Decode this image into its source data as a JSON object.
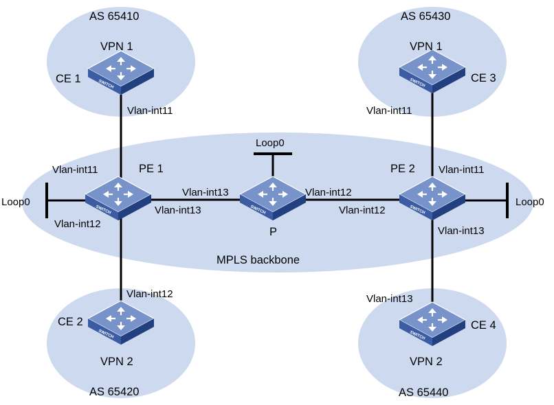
{
  "colors": {
    "region_fill": "#ccd9ee",
    "switch_top": "#6f8cc4",
    "switch_side": "#2f4f93",
    "link": "#000000"
  },
  "regions": {
    "as_65410": "AS 65410",
    "as_65430": "AS 65430",
    "as_65420": "AS 65420",
    "as_65440": "AS 65440",
    "backbone": "MPLS backbone"
  },
  "devices": {
    "ce1": {
      "name": "CE 1",
      "vpn": "VPN 1"
    },
    "ce2": {
      "name": "CE 2",
      "vpn": "VPN 2"
    },
    "ce3": {
      "name": "CE 3",
      "vpn": "VPN 1"
    },
    "ce4": {
      "name": "CE 4",
      "vpn": "VPN 2"
    },
    "pe1": {
      "name": "PE 1"
    },
    "pe2": {
      "name": "PE 2"
    },
    "p": {
      "name": "P"
    },
    "switch_label": "SWITCH"
  },
  "interfaces": {
    "ce1_up": "Vlan-int11",
    "pe1_int11": "Vlan-int11",
    "pe1_int12": "Vlan-int12",
    "pe1_int13": "Vlan-int13",
    "pe1_loop": "Loop0",
    "p_loop": "Loop0",
    "p_int13": "Vlan-int13",
    "p_int12": "Vlan-int12",
    "pe2_int12": "Vlan-int12",
    "pe2_int11": "Vlan-int11",
    "pe2_int13": "Vlan-int13",
    "pe2_loop": "Loop0",
    "ce3_int11": "Vlan-int11",
    "ce2_int12": "Vlan-int12",
    "ce4_int13": "Vlan-int13"
  }
}
